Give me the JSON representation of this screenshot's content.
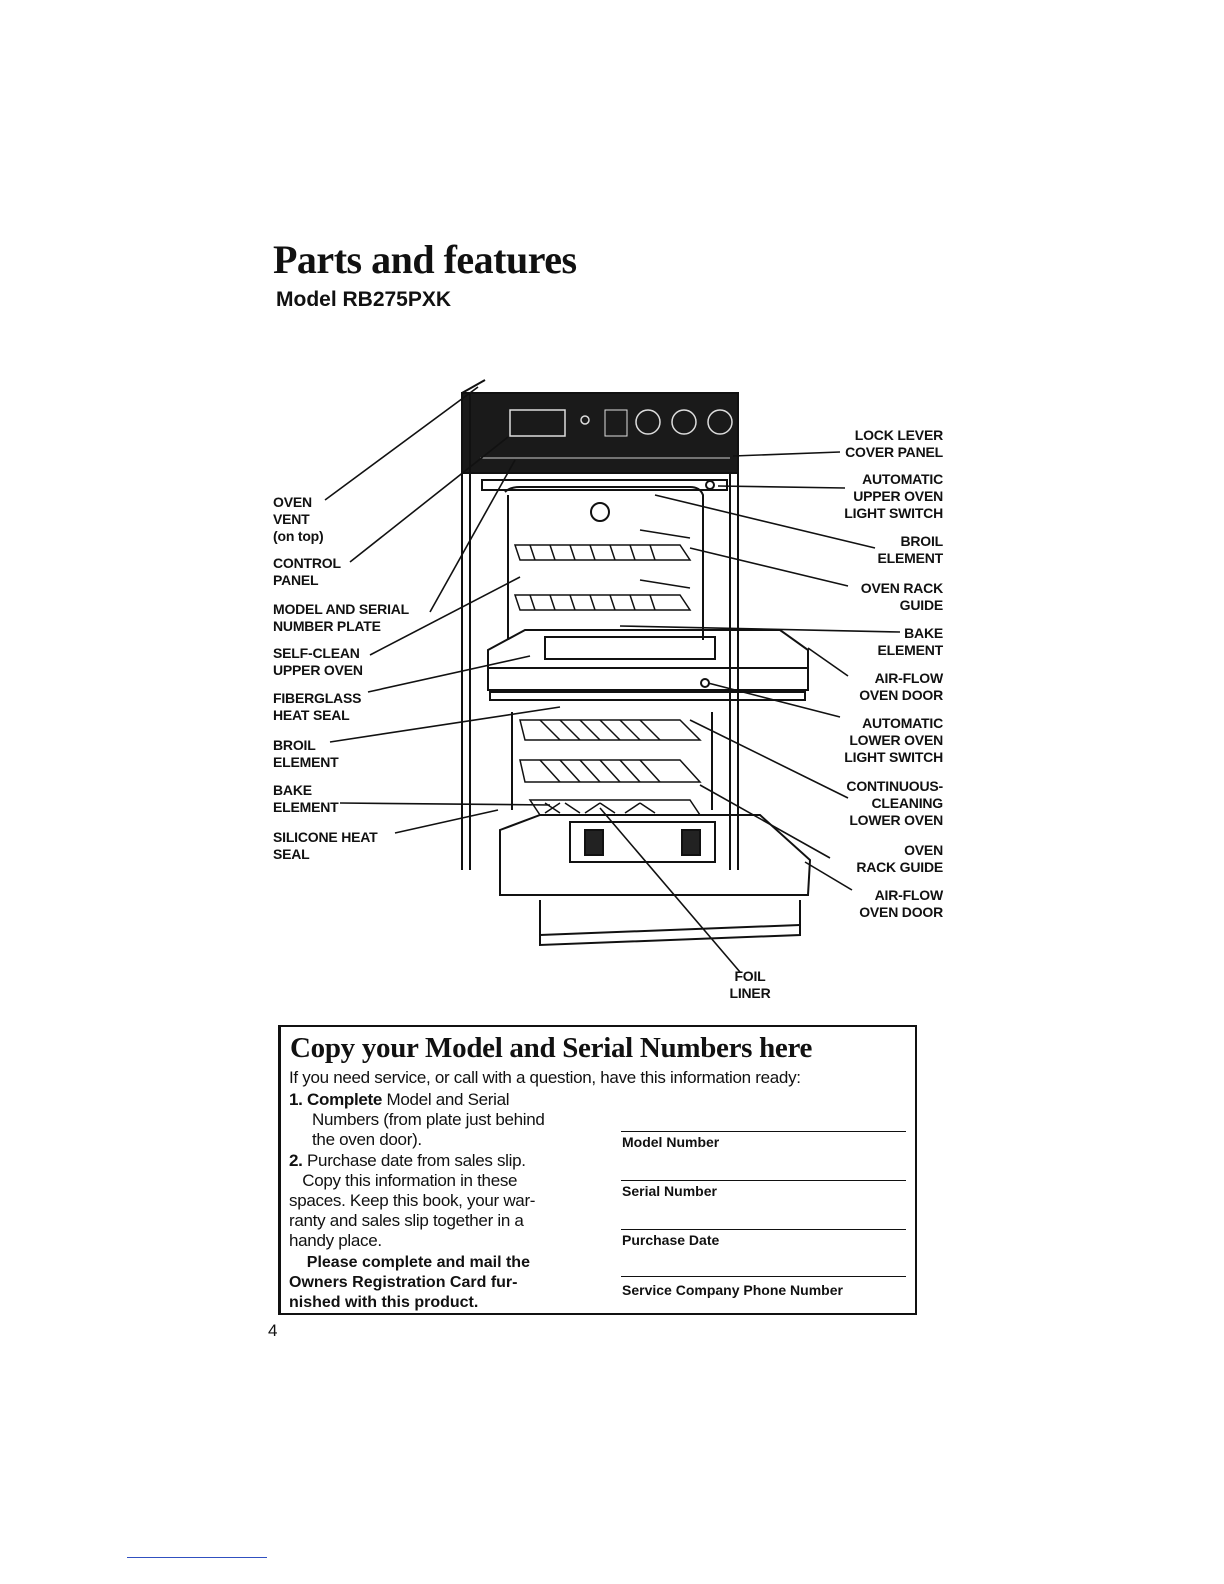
{
  "page": {
    "title": "Parts and features",
    "model": "Model RB275PXK",
    "page_number": "4"
  },
  "labels_left": {
    "oven_vent": "OVEN\nVENT\n(on top)",
    "control_panel": "CONTROL\nPANEL",
    "model_serial": "MODEL AND SERIAL\nNUMBER PLATE",
    "self_clean": "SELF-CLEAN\nUPPER OVEN",
    "fiberglass": "FIBERGLASS\nHEAT SEAL",
    "broil": "BROIL\nELEMENT",
    "bake": "BAKE\nELEMENT",
    "silicone": "SILICONE HEAT\nSEAL"
  },
  "labels_right": {
    "lock_cover": "LOCK LEVER\nCOVER PANEL",
    "auto_upper": "AUTOMATIC\nUPPER OVEN\nLIGHT SWITCH",
    "broil": "BROIL\nELEMENT",
    "rack_guide_upper": "OVEN RACK\nGUIDE",
    "bake": "BAKE\nELEMENT",
    "airflow_upper": "AIR-FLOW\nOVEN DOOR",
    "auto_lower": "AUTOMATIC\nLOWER OVEN\nLIGHT SWITCH",
    "continuous": "CONTINUOUS-\nCLEANING\nLOWER OVEN",
    "rack_guide_lower": "OVEN\nRACK GUIDE",
    "airflow_lower": "AIR-FLOW\nOVEN DOOR"
  },
  "labels_bottom": {
    "foil": "FOIL\nLINER"
  },
  "serial_box": {
    "title": "Copy your Model and Serial Numbers here",
    "intro": "If you need service, or call with a question, have this information ready:",
    "step1_num": "1.",
    "step1_bold": "Complete",
    "step1_rest": " Model and Serial",
    "step1_cont": "Numbers (from plate just behind\nthe oven door).",
    "step2_num": "2.",
    "step2_text": " Purchase date from sales slip.",
    "step2_cont": "   Copy this information in these\nspaces. Keep this book, your war-\nranty and sales slip together in a\nhandy place.",
    "notice": "    Please complete and mail the\nOwners Registration Card fur-\nnished with this product.",
    "fields": {
      "model": "Model Number",
      "serial": "Serial Number",
      "purchase": "Purchase Date",
      "service": "Service Company Phone Number"
    }
  }
}
